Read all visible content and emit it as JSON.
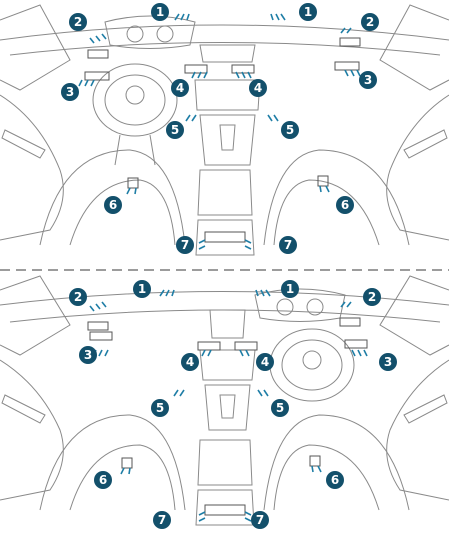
{
  "diagram": {
    "colors": {
      "line": "#8a8a8a",
      "light_line": "#b9b9b9",
      "callout_fill": "#13506b",
      "arrow": "#1f7ea6",
      "divider": "#9c9c9c",
      "background": "#ffffff"
    },
    "layouts": [
      {
        "id": "left-hand-drive",
        "callouts": [
          "1",
          "1",
          "2",
          "2",
          "3",
          "3",
          "4",
          "4",
          "5",
          "5",
          "6",
          "6",
          "7",
          "7"
        ]
      },
      {
        "id": "right-hand-drive",
        "callouts": [
          "1",
          "1",
          "2",
          "2",
          "3",
          "3",
          "4",
          "4",
          "5",
          "5",
          "6",
          "6",
          "7",
          "7"
        ]
      }
    ]
  }
}
